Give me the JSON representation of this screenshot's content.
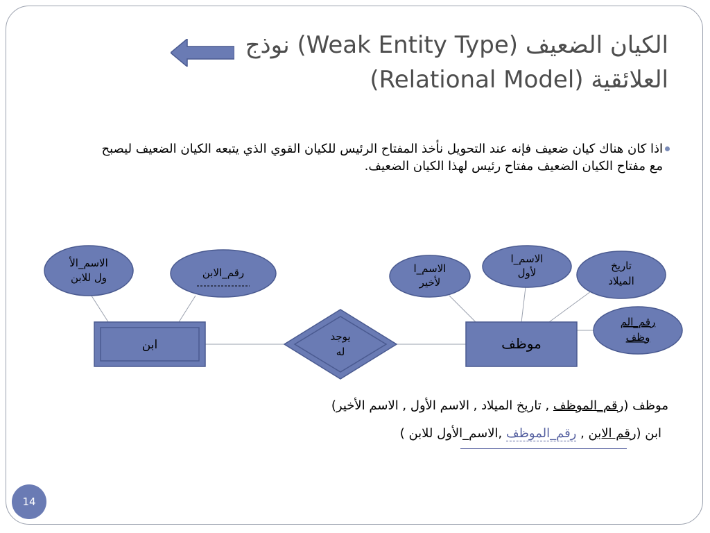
{
  "slide": {
    "title_line1": "الكيان الضعيف (Weak Entity Type) نوذج",
    "title_line2": "العلائقية (Relational Model)",
    "bullet": "اذا كان هناك كيان ضعيف فإنه عند التحويل نأخذ المفتاح الرئيس للكيان القوي الذي يتبعه الكيان الضعيف ليصبح مع مفتاح الكيان الضعيف مفتاح رئيس لهذا الكيان الضعيف.",
    "page_number": "14"
  },
  "diagram": {
    "weak_entity": "ابن",
    "strong_entity": "موظف",
    "relationship_line1": "يوجد",
    "relationship_line2": "له",
    "attr_son_first_name_1": "الاسم_الأ",
    "attr_son_first_name_2": "ول للابن",
    "attr_son_number": "رقم_الابن",
    "attr_last_name_1": "الاسم_ا",
    "attr_last_name_2": "لأخير",
    "attr_first_name_1": "الاسم_ا",
    "attr_first_name_2": "لأول",
    "attr_birth_date_1": "تاريخ",
    "attr_birth_date_2": "الميلاد",
    "attr_emp_number_1": "رقم_الم",
    "attr_emp_number_2": "وظف"
  },
  "schema": {
    "employee_name": "موظف (",
    "employee_key": "رقم_الموظف",
    "employee_rest": " , تاريخ الميلاد , الاسم الأول , الاسم الأخير)",
    "son_name": "ابن (",
    "son_key": "رقم الابن",
    "son_sep": " , ",
    "son_fk": "رقم_الموظف",
    "son_rest": " ,الاسم_الأول للابن )"
  },
  "colors": {
    "fill": "#6a7bb4",
    "stroke": "#4a5a90",
    "title": "#4d4d4d"
  }
}
